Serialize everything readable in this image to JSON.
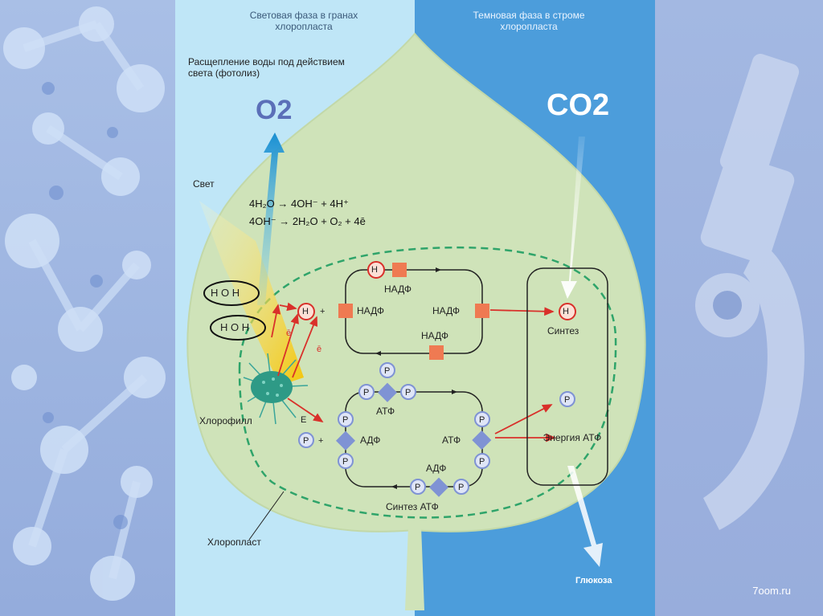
{
  "header": {
    "light_phase": "Световая фаза в гранах хлоропласта",
    "dark_phase": "Темновая фаза в строме хлоропласта"
  },
  "photolysis_label": "Расщепление воды под действием света (фотолиз)",
  "o2_label": "O2",
  "co2_label": "CO2",
  "light_label": "Свет",
  "equations": {
    "eq1": "4H₂O → 4OH⁻ + 4H⁺",
    "eq2": "4OH⁻ → 2H₂O + O₂ + 4ē"
  },
  "water_molecules": [
    "H O H",
    "H O H"
  ],
  "labels": {
    "chlorophyll": "Хлорофилл",
    "chloroplast": "Хлоропласт",
    "nadf": "НАДФ",
    "atf": "АТФ",
    "adf": "АДФ",
    "synthesis": "Синтез",
    "atp_energy": "Энергия АТФ",
    "atp_synthesis": "Синтез АТФ",
    "glucose": "Глюкоза",
    "electron": "ē",
    "e_label": "Е",
    "h": "H",
    "p": "P",
    "plus": "+"
  },
  "watermark": "7oom.ru",
  "colors": {
    "light_bg": "#bfe6f7",
    "dark_bg": "#4c9ddb",
    "leaf": "#cfe3b9",
    "dashed": "#2fa46a",
    "arrow_red": "#d9302a",
    "nadf_square": "#ef7a52",
    "atf_diamond": "#7f93d4"
  }
}
